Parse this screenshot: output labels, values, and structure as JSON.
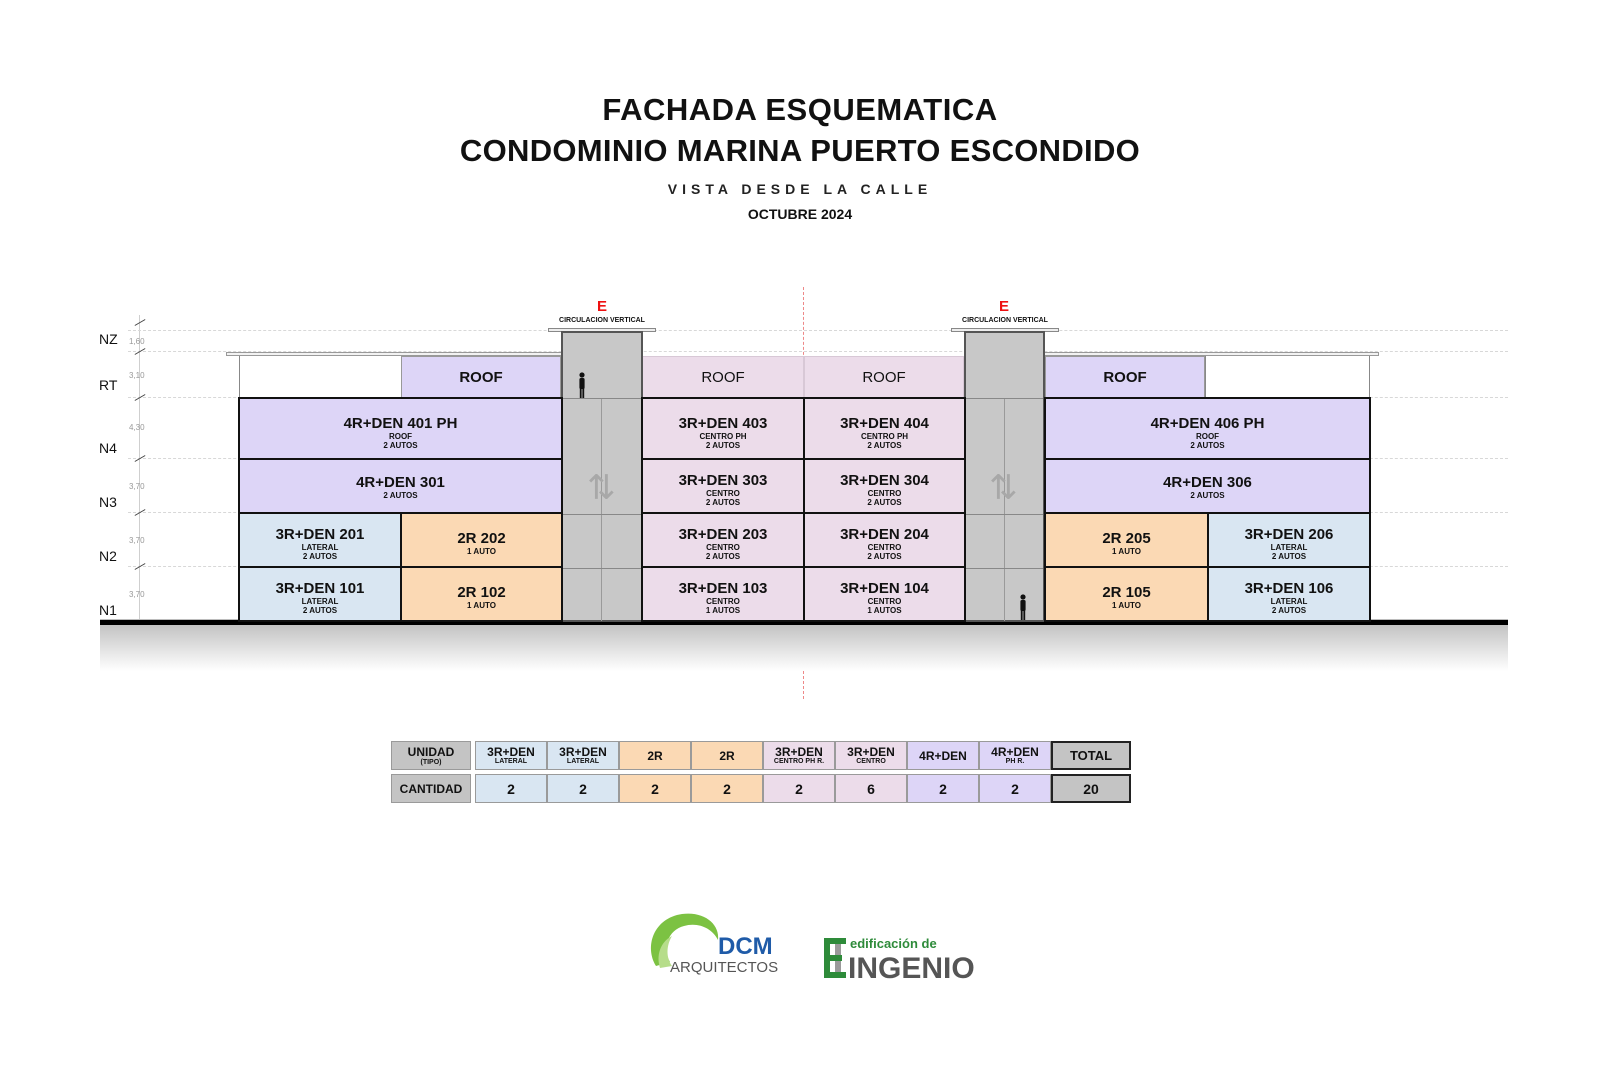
{
  "header": {
    "title": "FACHADA ESQUEMATICA",
    "subtitle": "CONDOMINIO MARINA PUERTO ESCONDIDO",
    "view": "VISTA DESDE LA CALLE",
    "date": "OCTUBRE  2024"
  },
  "levels": [
    {
      "name": "NZ",
      "height": "1,60"
    },
    {
      "name": "RT",
      "height": "3,10"
    },
    {
      "name": "N4",
      "height": "4,30"
    },
    {
      "name": "N3",
      "height": "3,70"
    },
    {
      "name": "N2",
      "height": "3,70"
    },
    {
      "name": "N1",
      "height": "3,70"
    }
  ],
  "cores": [
    {
      "label": "E",
      "caption": "CIRCULACION VERTICAL"
    },
    {
      "label": "E",
      "caption": "CIRCULACION VERTICAL"
    }
  ],
  "roofs": [
    "ROOF",
    "ROOF",
    "ROOF",
    "ROOF"
  ],
  "units": {
    "u401": {
      "name": "4R+DEN 401 PH",
      "sub": "ROOF",
      "note": "2 AUTOS"
    },
    "u403": {
      "name": "3R+DEN 403",
      "sub": "CENTRO PH",
      "note": "2 AUTOS"
    },
    "u404": {
      "name": "3R+DEN 404",
      "sub": "CENTRO PH",
      "note": "2 AUTOS"
    },
    "u406": {
      "name": "4R+DEN 406 PH",
      "sub": "ROOF",
      "note": "2 AUTOS"
    },
    "u301": {
      "name": "4R+DEN 301",
      "note": "2 AUTOS"
    },
    "u303": {
      "name": "3R+DEN 303",
      "sub": "CENTRO",
      "note": "2 AUTOS"
    },
    "u304": {
      "name": "3R+DEN 304",
      "sub": "CENTRO",
      "note": "2 AUTOS"
    },
    "u306": {
      "name": "4R+DEN 306",
      "note": "2 AUTOS"
    },
    "u201": {
      "name": "3R+DEN 201",
      "sub": "LATERAL",
      "note": "2 AUTOS"
    },
    "u202": {
      "name": "2R 202",
      "note": "1 AUTO"
    },
    "u203": {
      "name": "3R+DEN 203",
      "sub": "CENTRO",
      "note": "2 AUTOS"
    },
    "u204": {
      "name": "3R+DEN 204",
      "sub": "CENTRO",
      "note": "2 AUTOS"
    },
    "u205": {
      "name": "2R 205",
      "note": "1 AUTO"
    },
    "u206": {
      "name": "3R+DEN 206",
      "sub": "LATERAL",
      "note": "2 AUTOS"
    },
    "u101": {
      "name": "3R+DEN 101",
      "sub": "LATERAL",
      "note": "2 AUTOS"
    },
    "u102": {
      "name": "2R 102",
      "note": "1 AUTO"
    },
    "u103": {
      "name": "3R+DEN 103",
      "sub": "CENTRO",
      "note": "1 AUTOS"
    },
    "u104": {
      "name": "3R+DEN 104",
      "sub": "CENTRO",
      "note": "1 AUTOS"
    },
    "u105": {
      "name": "2R 105",
      "note": "1 AUTO"
    },
    "u106": {
      "name": "3R+DEN 106",
      "sub": "LATERAL",
      "note": "2 AUTOS"
    }
  },
  "summary": {
    "unit_header": "UNIDAD",
    "unit_header_sub": "(TIPO)",
    "qty_header": "CANTIDAD",
    "total_header": "TOTAL",
    "total_value": "20",
    "columns": [
      {
        "type": "3R+DEN",
        "sub": "LATERAL",
        "qty": "2",
        "color": "#d9e6f2"
      },
      {
        "type": "3R+DEN",
        "sub": "LATERAL",
        "qty": "2",
        "color": "#d9e6f2"
      },
      {
        "type": "2R",
        "sub": "",
        "qty": "2",
        "color": "#fbd9b4"
      },
      {
        "type": "2R",
        "sub": "",
        "qty": "2",
        "color": "#fbd9b4"
      },
      {
        "type": "3R+DEN",
        "sub": "CENTRO PH R.",
        "qty": "2",
        "color": "#ecdcea"
      },
      {
        "type": "3R+DEN",
        "sub": "CENTRO",
        "qty": "6",
        "color": "#ecdcea"
      },
      {
        "type": "4R+DEN",
        "sub": "",
        "qty": "2",
        "color": "#ddd5f7"
      },
      {
        "type": "4R+DEN",
        "sub": "PH R.",
        "qty": "2",
        "color": "#ddd5f7"
      }
    ]
  },
  "logos": {
    "dcm_top": "DCM",
    "dcm_bottom": "ARQUITECTOS",
    "edi_top": "edificación de",
    "edi_bottom": "INGENIO"
  },
  "colors": {
    "lateral": "#d9e6f2",
    "two_room": "#fbd9b4",
    "centro": "#ecdcea",
    "four_room": "#ddd5f7",
    "core": "#c8c8c8",
    "accent_red": "#ee1111",
    "logo_green": "#2e8b3a",
    "logo_blue": "#1f5ba8"
  }
}
